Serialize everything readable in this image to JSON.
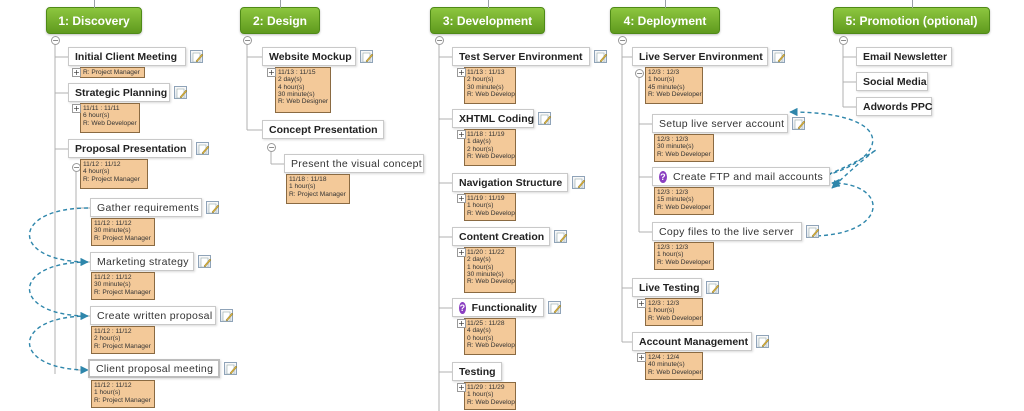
{
  "phases": [
    {
      "id": "p1",
      "label": "1: Discovery"
    },
    {
      "id": "p2",
      "label": "2: Design"
    },
    {
      "id": "p3",
      "label": "3: Development"
    },
    {
      "id": "p4",
      "label": "4: Deployment"
    },
    {
      "id": "p5",
      "label": "5: Promotion (optional)"
    }
  ],
  "nodes": {
    "initial_client_meeting": "Initial Client Meeting",
    "strategic_planning": "Strategic Planning",
    "proposal_presentation": "Proposal Presentation",
    "gather_requirements": "Gather requirements",
    "marketing_strategy": "Marketing strategy",
    "create_written_proposal": "Create written proposal",
    "client_proposal_meeting": "Client proposal meeting",
    "website_mockup": "Website Mockup",
    "concept_presentation": "Concept Presentation",
    "present_visual_concept": "Present the visual concept",
    "test_server_environment": "Test Server Environment",
    "xhtml_coding": "XHTML Coding",
    "navigation_structure": "Navigation Structure",
    "content_creation": "Content Creation",
    "functionality": "Functionality",
    "testing": "Testing",
    "live_server_environment": "Live Server Environment",
    "setup_live_server_account": "Setup live server account",
    "create_ftp_mail": "Create FTP and mail accounts",
    "copy_files": "Copy files to the live server",
    "live_testing": "Live Testing",
    "account_management": "Account Management",
    "email_newsletter": "Email Newsletter",
    "social_media": "Social Media",
    "adwords_ppc": "Adwords PPC"
  },
  "infos": {
    "i_icm": [
      "R: Project Manager"
    ],
    "i_sp": [
      "11/11 : 11/11",
      "6 hour(s)",
      "R: Web Developer"
    ],
    "i_pp": [
      "11/12 : 11/12",
      "4 hour(s)",
      "R: Project Manager"
    ],
    "i_gr": [
      "11/12 : 11/12",
      "30 minute(s)",
      "R: Project Manager"
    ],
    "i_ms": [
      "11/12 : 11/12",
      "30 minute(s)",
      "R: Project Manager"
    ],
    "i_cwp": [
      "11/12 : 11/12",
      "2 hour(s)",
      "R: Project Manager"
    ],
    "i_cpm": [
      "11/12 : 11/12",
      "1 hour(s)",
      "R: Project Manager"
    ],
    "i_wm": [
      "11/13 : 11/15",
      "2 day(s)",
      "4 hour(s)",
      "30 minute(s)",
      "R: Web Designer"
    ],
    "i_pvc": [
      "11/18 : 11/18",
      "1 hour(s)",
      "R: Project Manager"
    ],
    "i_tse": [
      "11/13 : 11/13",
      "2 hour(s)",
      "30 minute(s)",
      "R: Web Developer"
    ],
    "i_xc": [
      "11/18 : 11/19",
      "1 day(s)",
      "2 hour(s)",
      "R: Web Developer"
    ],
    "i_ns": [
      "11/19 : 11/19",
      "1 hour(s)",
      "R: Web Developer"
    ],
    "i_cc": [
      "11/20 : 11/22",
      "2 day(s)",
      "1 hour(s)",
      "30 minute(s)",
      "R: Web Developer"
    ],
    "i_fn": [
      "11/25 : 11/28",
      "4 day(s)",
      "0 hour(s)",
      "R: Web Developer"
    ],
    "i_ts": [
      "11/29 : 11/29",
      "1 hour(s)",
      "R: Web Developer"
    ],
    "i_lse": [
      "12/3 : 12/3",
      "1 hour(s)",
      "45 minute(s)",
      "R: Web Developer"
    ],
    "i_slsa": [
      "12/3 : 12/3",
      "30 minute(s)",
      "R: Web Developer"
    ],
    "i_cfm": [
      "12/3 : 12/3",
      "15 minute(s)",
      "R: Web Developer"
    ],
    "i_cf": [
      "12/3 : 12/3",
      "1 hour(s)",
      "R: Web Developer"
    ],
    "i_lt": [
      "12/3 : 12/3",
      "1 hour(s)",
      "R: Web Developer"
    ],
    "i_am": [
      "12/4 : 12/4",
      "40 minute(s)",
      "R: Web Developer"
    ]
  },
  "icons": {
    "edit": "pencil-edit-icon",
    "question": "question-icon",
    "question_glyph": "?",
    "expand": "expand-plus-icon",
    "collapse": "collapse-minus-icon"
  },
  "colors": {
    "phase": "#6aa825",
    "info_bg": "#f3c999",
    "dependency": "#2e86ab",
    "question": "#8a3fc1"
  }
}
